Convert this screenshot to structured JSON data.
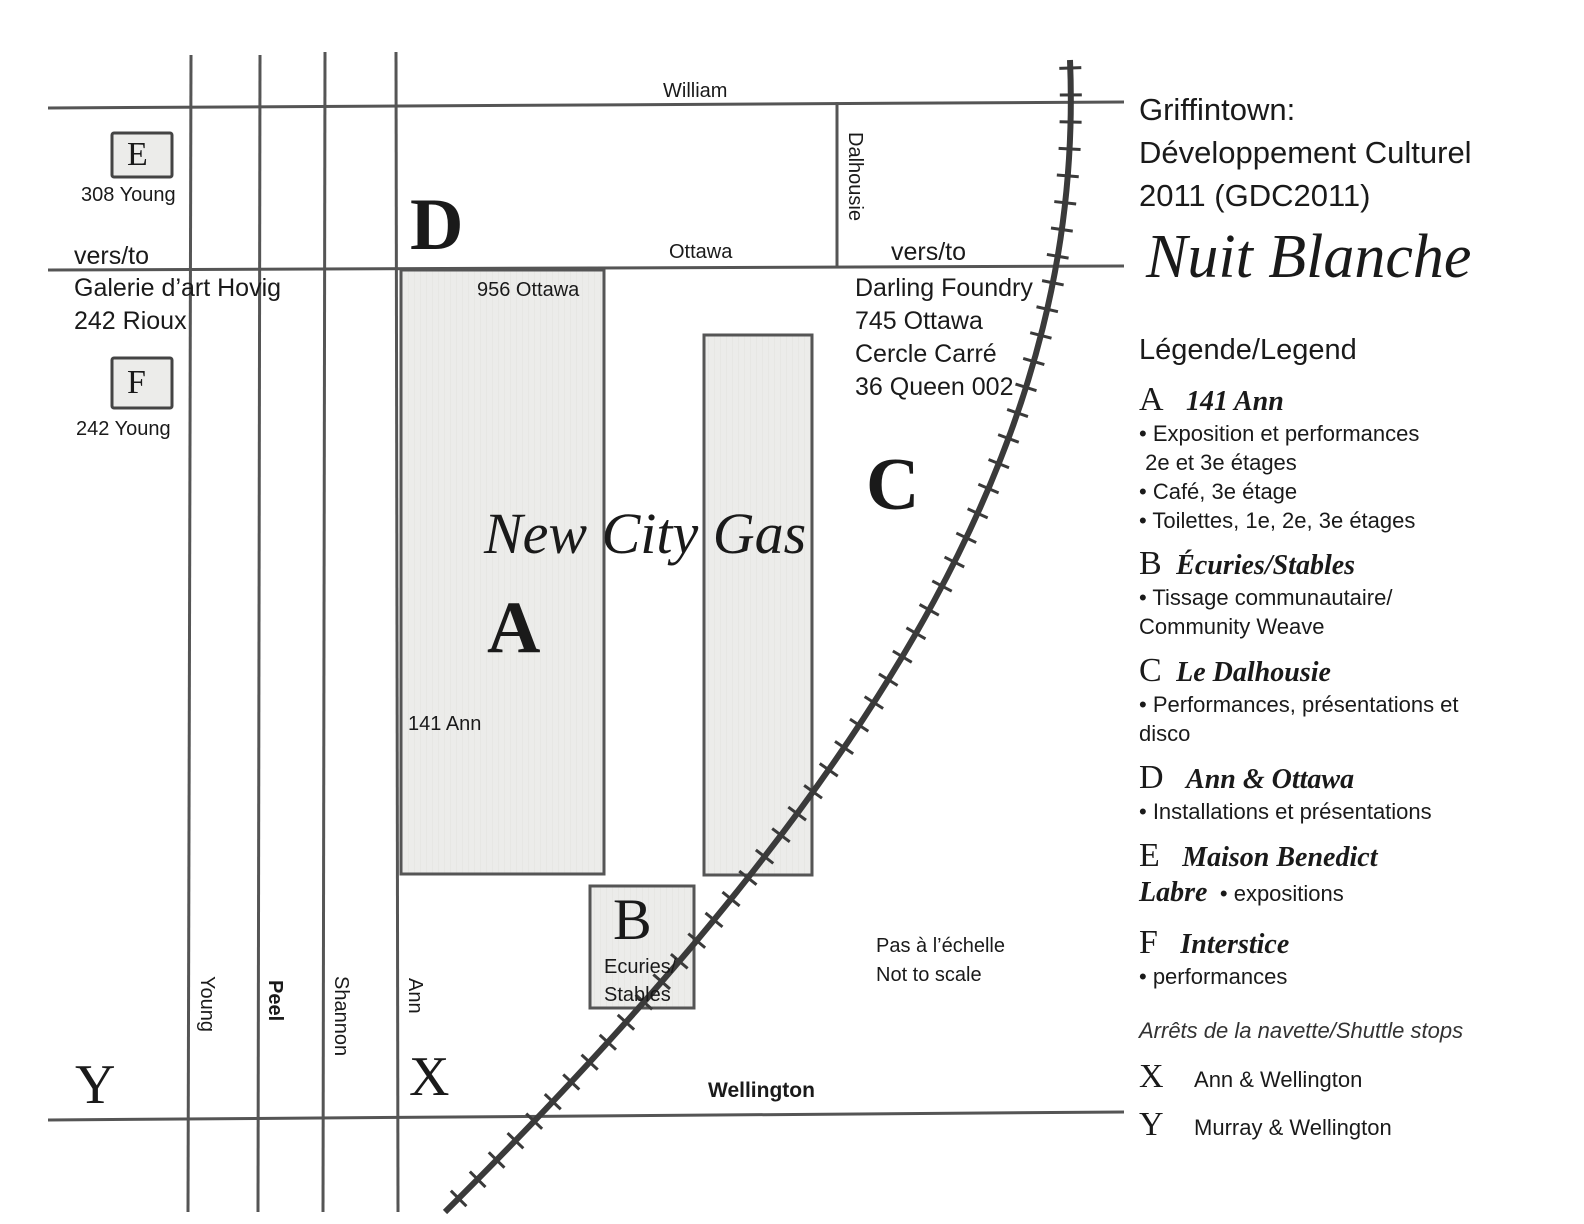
{
  "streets": {
    "william": "William",
    "ottawa": "Ottawa",
    "dalhousie": "Dalhousie",
    "wellington": "Wellington",
    "young": "Young",
    "peel": "Peel",
    "shannon": "Shannon",
    "ann": "Ann"
  },
  "map_labels": {
    "e_addr": "308 Young",
    "f_addr": "242 Young",
    "vers_left": "vers/to",
    "hovig_1": "Galerie d’art Hovig",
    "hovig_2": "242 Rioux",
    "vers_right": "vers/to",
    "darling_1": "Darling Foundry",
    "darling_2": "745 Ottawa",
    "darling_3": "Cercle Carré",
    "darling_4": "36 Queen 002",
    "ottawa_956": "956 Ottawa",
    "ann_141": "141 Ann",
    "new_city_gas": "New City Gas",
    "stables_1": "Ecuries/",
    "stables_2": "Stables",
    "scale_1": "Pas à l’échelle",
    "scale_2": "Not to scale"
  },
  "markers": {
    "A": "A",
    "B": "B",
    "C": "C",
    "D": "D",
    "E": "E",
    "F": "F",
    "X": "X",
    "Y": "Y"
  },
  "legend": {
    "title_1": "Griffintown:",
    "title_2": "Développement Culturel",
    "title_3": "2011 (GDC2011)",
    "event": "Nuit Blanche",
    "heading": "Légende/Legend",
    "items": [
      {
        "letter": "A",
        "name": "141 Ann",
        "desc": [
          "• Exposition et performances",
          " 2e et 3e étages",
          "• Café, 3e étage",
          "• Toilettes, 1e, 2e, 3e étages"
        ]
      },
      {
        "letter": "B",
        "name": "Écuries/Stables",
        "desc": [
          "• Tissage communautaire/",
          "Community Weave"
        ]
      },
      {
        "letter": "C",
        "name": "Le Dalhousie",
        "desc": [
          "• Performances, présentations et",
          "disco"
        ]
      },
      {
        "letter": "D",
        "name": "Ann & Ottawa",
        "desc": [
          "• Installations et présentations"
        ]
      },
      {
        "letter": "E",
        "name": "Maison Benedict",
        "name2": "Labre",
        "desc": [
          "• expositions"
        ]
      },
      {
        "letter": "F",
        "name": "Interstice",
        "desc": [
          "• performances"
        ]
      }
    ],
    "shuttle_heading": "Arrêts de la navette/Shuttle stops",
    "stops": [
      {
        "letter": "X",
        "name": "Ann & Wellington"
      },
      {
        "letter": "Y",
        "name": "Murray & Wellington"
      }
    ]
  }
}
